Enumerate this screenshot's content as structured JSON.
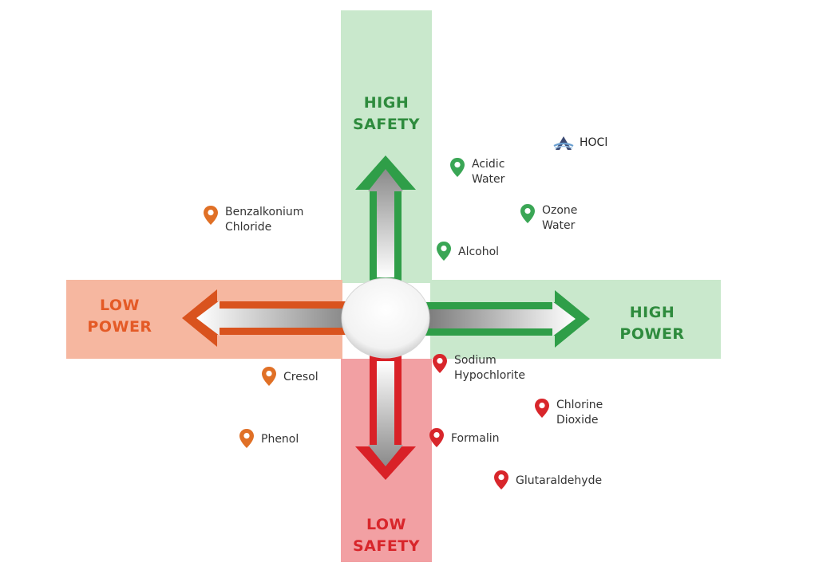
{
  "axes": {
    "top": {
      "line1": "HIGH",
      "line2": "SAFETY"
    },
    "bottom": {
      "line1": "LOW",
      "line2": "SAFETY"
    },
    "left": {
      "line1": "LOW",
      "line2": "POWER"
    },
    "right": {
      "line1": "HIGH",
      "line2": "POWER"
    }
  },
  "items": {
    "hocl": {
      "label": "HOCl",
      "icon": "hocl-logo-icon"
    },
    "acidic_water": {
      "line1": "Acidic",
      "line2": "Water",
      "color": "#3aa655"
    },
    "ozone_water": {
      "line1": "Ozone",
      "line2": "Water",
      "color": "#3aa655"
    },
    "alcohol": {
      "line1": "Alcohol",
      "color": "#3aa655"
    },
    "benzalkonium": {
      "line1": "Benzalkonium",
      "line2": "Chloride",
      "color": "#e07026"
    },
    "cresol": {
      "line1": "Cresol",
      "color": "#e07026"
    },
    "phenol": {
      "line1": "Phenol",
      "color": "#e07026"
    },
    "sodium_hypochlorite": {
      "line1": "Sodium",
      "line2": "Hypochlorite",
      "color": "#d8262b"
    },
    "chlorine_dioxide": {
      "line1": "Chlorine",
      "line2": "Dioxide",
      "color": "#d8262b"
    },
    "formalin": {
      "line1": "Formalin",
      "color": "#d8262b"
    },
    "glutaraldehyde": {
      "line1": "Glutaraldehyde",
      "color": "#d8262b"
    }
  },
  "colors": {
    "green_band": "#c9e8cc",
    "orange_band": "#f6b7a0",
    "red_band": "#f2a0a3",
    "green_arrow": "#2f9e48",
    "orange_arrow": "#d9531e",
    "red_arrow": "#d92127"
  }
}
